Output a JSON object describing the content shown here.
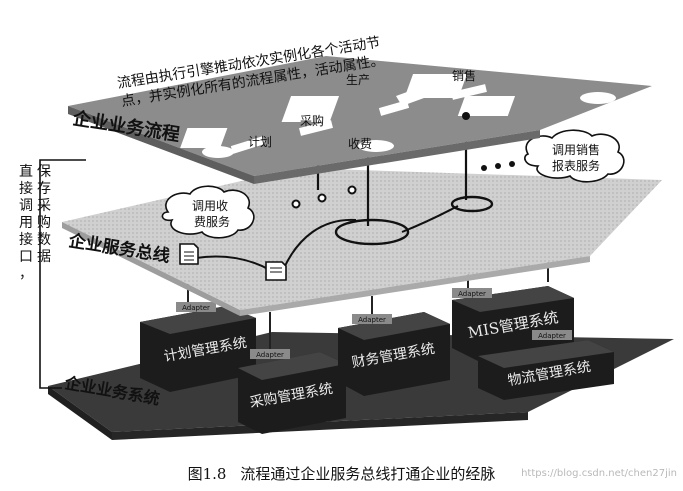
{
  "intro_text": {
    "line1": "流程由执行引擎推动依次实例化各个活动节",
    "line2": "点，并实例化所有的流程属性，活动属性。"
  },
  "layers": {
    "process": "企业业务流程",
    "bus": "企业服务总线",
    "systems": "企业业务系统"
  },
  "activities": {
    "plan": "计划",
    "purchase": "采购",
    "produce": "生产",
    "sales": "销售",
    "fee": "收费"
  },
  "callouts": {
    "fee_service": {
      "line1": "调用收",
      "line2": "费服务"
    },
    "sales_report": {
      "line1": "调用销售",
      "line2": "报表服务"
    }
  },
  "side_note": [
    "直",
    "接",
    "调",
    "用",
    "接",
    "口",
    "，",
    "保",
    "存",
    "采",
    "购",
    "数",
    "据"
  ],
  "systems": [
    {
      "name": "计划管理系统",
      "adapter": "Adapter"
    },
    {
      "name": "采购管理系统",
      "adapter": "Adapter"
    },
    {
      "name": "财务管理系统",
      "adapter": "Adapter"
    },
    {
      "name": "MIS管理系统",
      "adapter": "Adapter"
    },
    {
      "name": "物流管理系统",
      "adapter": "Adapter"
    }
  ],
  "caption": {
    "number": "图1.8",
    "title": "流程通过企业服务总线打通企业的经脉"
  },
  "watermark": "https://blog.csdn.net/chen27jin",
  "colors": {
    "process_plane": "#8c8c8c",
    "bus_plane": "#c9c9c9",
    "system_plane": "#3a3a3a",
    "system_box": "#1c1c1c"
  }
}
